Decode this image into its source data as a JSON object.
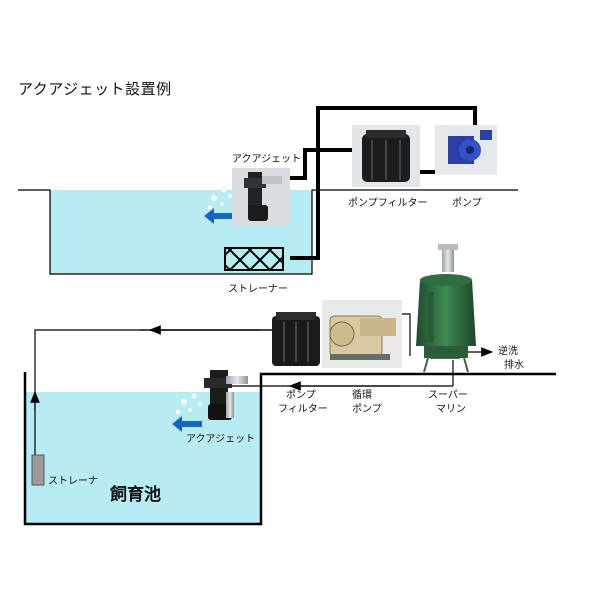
{
  "title": "アクアジェット設置例",
  "top_system": {
    "aquajet_label": "アクアジェット",
    "pump_filter_label": "ポンプフィルター",
    "pump_label": "ポンプ",
    "strainer_label": "ストレーナー"
  },
  "bottom_system": {
    "pump_filter_line1": "ポンプ",
    "pump_filter_line2": "フィルター",
    "circ_pump_line1": "循環",
    "circ_pump_line2": "ポンプ",
    "supermarine_line1": "スーパー",
    "supermarine_line2": "マリン",
    "backwash_line1": "逆洗",
    "backwash_line2": "排水",
    "aquajet_label": "アクアジェット",
    "strainer_label": "ストレーナ",
    "tank_label": "飼育池"
  },
  "colors": {
    "water": "#b6ecf2",
    "pipe": "#000000",
    "arrow": "#1565c0",
    "tank_green": "#2e6b3f",
    "pump_beige": "#d9c9a0"
  },
  "icons": [
    "flow-arrow-icon",
    "bubbles-icon"
  ]
}
